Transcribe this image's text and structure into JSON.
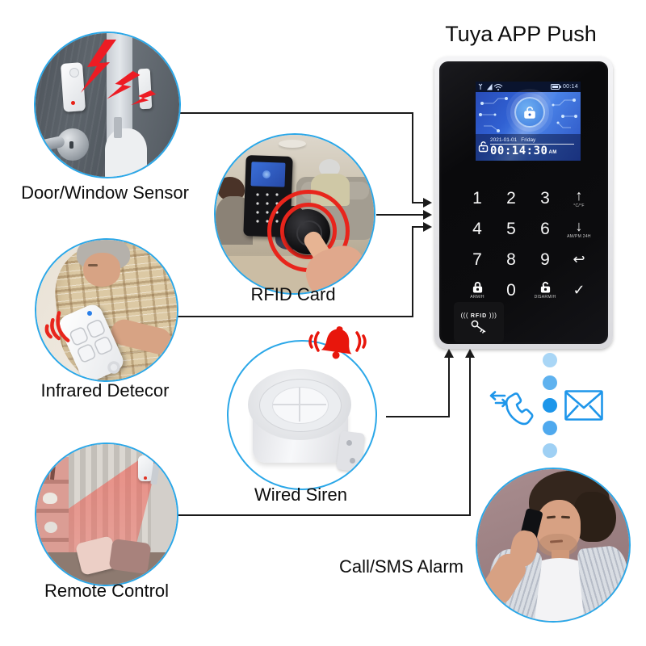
{
  "title": "Tuya APP Push",
  "panel": {
    "statusbar": {
      "time": "00:14"
    },
    "screen": {
      "date": "2021-01-01",
      "weekday": "Friday",
      "time": "00:14:30",
      "meridiem": "AM"
    },
    "keys": [
      {
        "name": "key-1",
        "glyph": "1"
      },
      {
        "name": "key-2",
        "glyph": "2"
      },
      {
        "name": "key-3",
        "glyph": "3"
      },
      {
        "name": "key-up",
        "glyph": "↑",
        "sub": "°C/°F"
      },
      {
        "name": "key-4",
        "glyph": "4"
      },
      {
        "name": "key-5",
        "glyph": "5"
      },
      {
        "name": "key-6",
        "glyph": "6"
      },
      {
        "name": "key-down",
        "glyph": "↓",
        "sub": "AM/PM 24H"
      },
      {
        "name": "key-7",
        "glyph": "7"
      },
      {
        "name": "key-8",
        "glyph": "8"
      },
      {
        "name": "key-9",
        "glyph": "9"
      },
      {
        "name": "key-back",
        "glyph": "↩"
      },
      {
        "name": "key-arm",
        "glyph": "",
        "sub": "ARM/H"
      },
      {
        "name": "key-0",
        "glyph": "0"
      },
      {
        "name": "key-disarm",
        "glyph": "",
        "sub": "DISARM/H"
      },
      {
        "name": "key-ok",
        "glyph": "✓"
      }
    ],
    "rfid_zone": {
      "left_waves": "(((",
      "label": "RFID",
      "right_waves": ")))"
    }
  },
  "devices": [
    {
      "id": "door-window-sensor",
      "label": "Door/Window Sensor"
    },
    {
      "id": "rfid-card",
      "label": "RFID Card"
    },
    {
      "id": "infrared-detector",
      "label": "Infrared Detecor"
    },
    {
      "id": "wired-siren",
      "label": "Wired Siren"
    },
    {
      "id": "remote-control",
      "label": "Remote Control"
    },
    {
      "id": "call-sms-alarm",
      "label": "Call/SMS Alarm"
    }
  ],
  "icons": {
    "status": [
      "antenna-icon",
      "signal-icon",
      "wifi-icon",
      "battery-icon"
    ],
    "screen_center": "unlock-icon",
    "keypad": [
      "up-arrow-icon",
      "down-arrow-icon",
      "back-arrow-icon",
      "arm-lock-icon",
      "disarm-unlock-icon",
      "check-icon",
      "rfid-key-icon"
    ],
    "middle": [
      "call-transfer-icon",
      "sms-envelope-icon",
      "flow-dots"
    ],
    "alerts": [
      "alarm-bell-icon",
      "signal-waves-icon",
      "lightning-bolts-icon"
    ]
  },
  "colors": {
    "accent_blue": "#2aa7e8",
    "icon_blue": "#1e96ea",
    "alert_red": "#e8251c",
    "connector_black": "#1a1a1a",
    "panel_black": "#0c0c0e",
    "screen_blue": "#3565d6"
  }
}
